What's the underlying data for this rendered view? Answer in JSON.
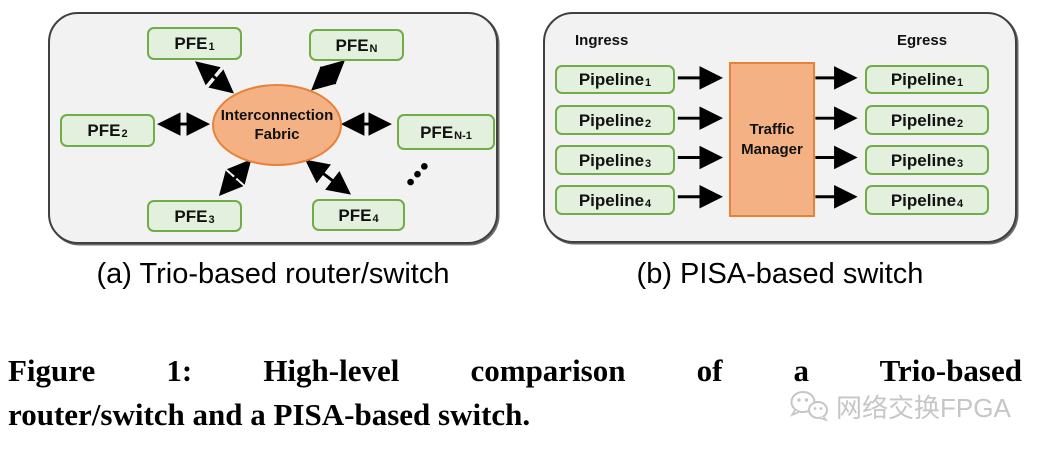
{
  "panel_a": {
    "caption": "(a) Trio-based router/switch",
    "fabric": {
      "line1": "Interconnection",
      "line2": "Fabric"
    },
    "nodes": [
      {
        "base": "PFE",
        "sub": "1"
      },
      {
        "base": "PFE",
        "sub": "N"
      },
      {
        "base": "PFE",
        "sub": "2"
      },
      {
        "base": "PFE",
        "sub": "N-1"
      },
      {
        "base": "PFE",
        "sub": "3"
      },
      {
        "base": "PFE",
        "sub": "4"
      }
    ]
  },
  "panel_b": {
    "caption": "(b) PISA-based switch",
    "ingress_label": "Ingress",
    "egress_label": "Egress",
    "traffic_manager": {
      "line1": "Traffic",
      "line2": "Manager"
    },
    "ingress_pipelines": [
      {
        "base": "Pipeline",
        "sub": "1"
      },
      {
        "base": "Pipeline",
        "sub": "2"
      },
      {
        "base": "Pipeline",
        "sub": "3"
      },
      {
        "base": "Pipeline",
        "sub": "4"
      }
    ],
    "egress_pipelines": [
      {
        "base": "Pipeline",
        "sub": "1"
      },
      {
        "base": "Pipeline",
        "sub": "2"
      },
      {
        "base": "Pipeline",
        "sub": "3"
      },
      {
        "base": "Pipeline",
        "sub": "4"
      }
    ]
  },
  "figure_caption": {
    "line1": "Figure 1: High-level comparison of a Trio-based",
    "line2": "router/switch and a PISA-based switch."
  },
  "watermark": {
    "text": "网络交换FPGA"
  },
  "colors": {
    "panel_background": "#f2f2f2",
    "panel_border": "#404040",
    "node_fill": "#e3f0dd",
    "node_border": "#70ad47",
    "fabric_fill": "#f4b183",
    "fabric_border": "#e8813a",
    "arrow": "#000000",
    "watermark_gray": "#c6c6c6"
  }
}
